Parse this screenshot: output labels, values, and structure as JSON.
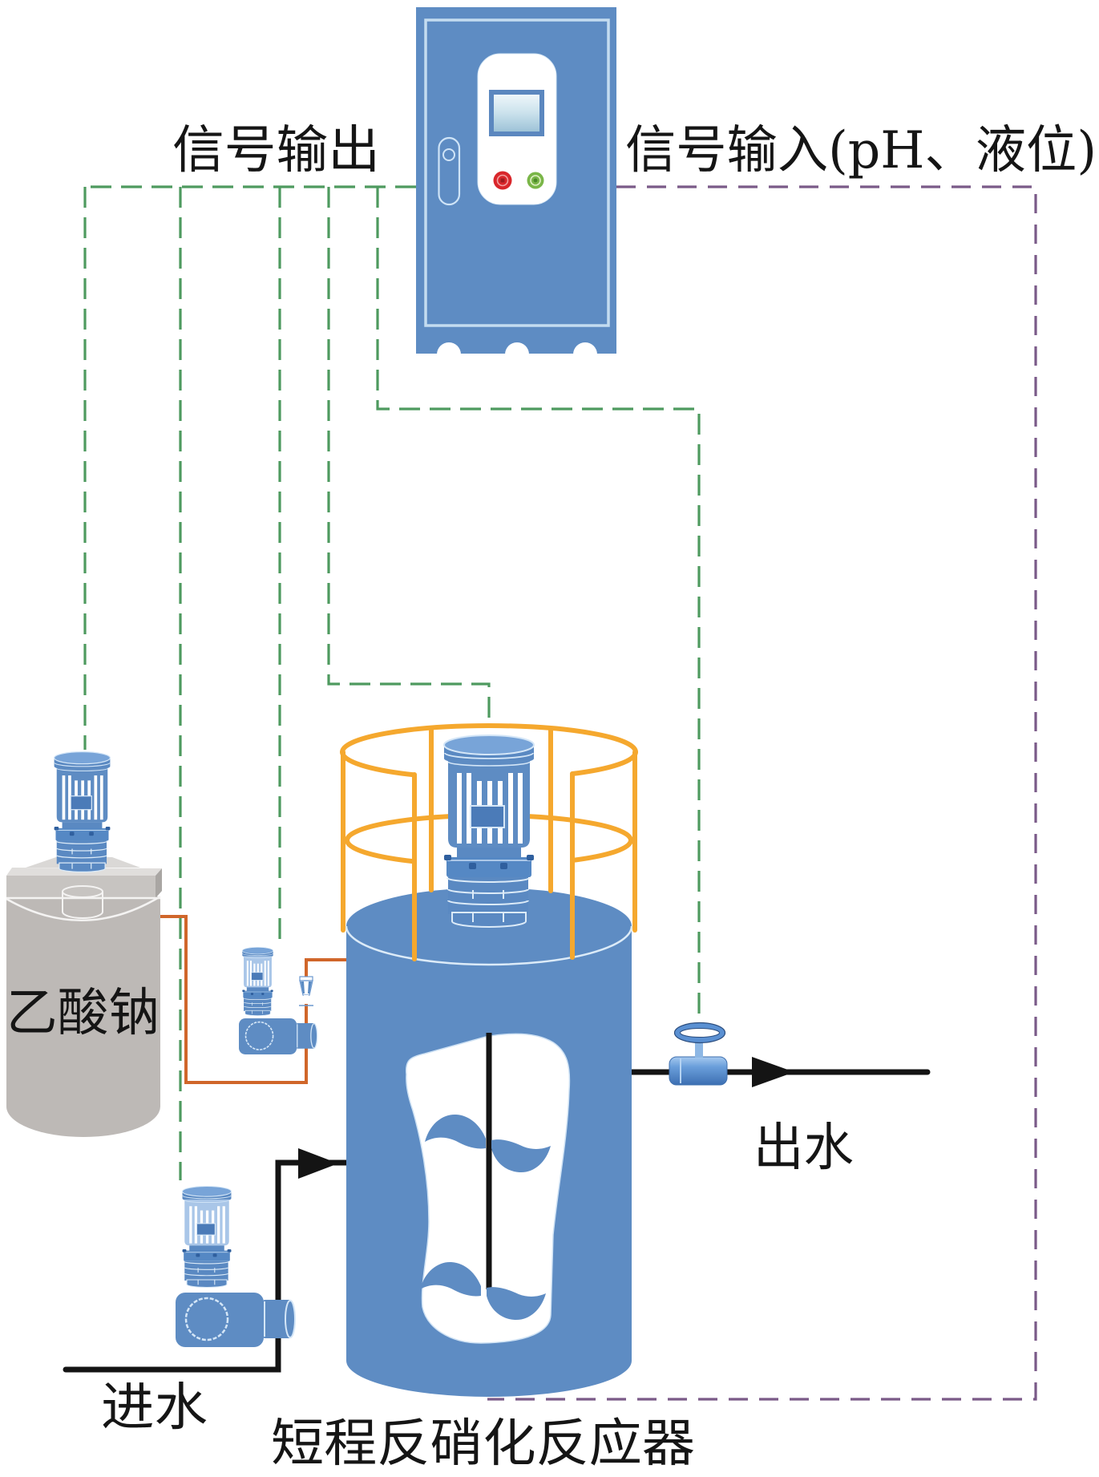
{
  "labels": {
    "signal_output": "信号输出",
    "signal_input": "信号输入(pH、液位)",
    "sodium_acetate": "乙酸钠",
    "influent": "进水",
    "effluent": "出水",
    "reactor": "短程反硝化反应器"
  },
  "components": [
    {
      "id": "control_cabinet",
      "icon": "control-cabinet-icon",
      "parts": [
        "display-screen",
        "stop-button-icon",
        "start-button-icon",
        "door-handle-icon"
      ]
    },
    {
      "id": "reactor",
      "icon": "reactor-icon",
      "label": "短程反硝化反应器",
      "parts": [
        "reactor-mixer-motor-icon",
        "guard-railing-icon",
        "stirrer-shaft",
        "upper-impeller-icon",
        "lower-impeller-icon",
        "reactor-sight-window"
      ]
    },
    {
      "id": "sodium_acetate_tank",
      "icon": "sodium-acetate-tank-icon",
      "label": "乙酸钠",
      "parts": [
        "tank-mixer-motor-icon"
      ]
    },
    {
      "id": "dosing_pump",
      "icon": "dosing-pump-icon",
      "parts": [
        "check-valve-icon"
      ]
    },
    {
      "id": "feed_pump",
      "icon": "feed-pump-icon"
    },
    {
      "id": "outlet_valve",
      "icon": "gate-valve-icon"
    }
  ],
  "connections": {
    "signal_output": {
      "label": "信号输出",
      "line": "dashed",
      "color": "signal_output",
      "from": "control_cabinet",
      "to": [
        "sodium_acetate_tank",
        "feed_pump",
        "dosing_pump",
        "reactor",
        "outlet_valve"
      ]
    },
    "signal_input": {
      "label": "信号输入(pH、液位)",
      "line": "dashed",
      "color": "signal_input",
      "from": "reactor",
      "to": "control_cabinet",
      "signals": [
        "pH",
        "液位"
      ]
    },
    "pipes": [
      {
        "id": "dosing_pipe",
        "color": "dosing_pipe",
        "path": [
          "sodium_acetate_tank",
          "dosing_pump",
          "check_valve",
          "reactor"
        ]
      },
      {
        "id": "influent_pipe",
        "label": "进水",
        "color": "water_pipe",
        "path": [
          "influent",
          "feed_pump",
          "reactor"
        ],
        "arrow": "into-reactor"
      },
      {
        "id": "effluent_pipe",
        "label": "出水",
        "color": "water_pipe",
        "path": [
          "reactor",
          "outlet_valve",
          "effluent"
        ],
        "arrow": "outward"
      }
    ]
  },
  "colors": {
    "background": "#ffffff",
    "text": "#151515",
    "equipment_blue": "#5e8cc3",
    "cabinet_trim": "#c4dcf0",
    "pump_motor_light": "#a9c6e8",
    "tank_gray": "#bdb9b6",
    "railing": "#f5a82e",
    "signal_output": "#4e9a5f",
    "signal_input": "#7a5a88",
    "dosing_pipe": "#d0662a",
    "water_pipe": "#141414",
    "indicator_red": "#d9262b",
    "indicator_green": "#7ab648"
  }
}
